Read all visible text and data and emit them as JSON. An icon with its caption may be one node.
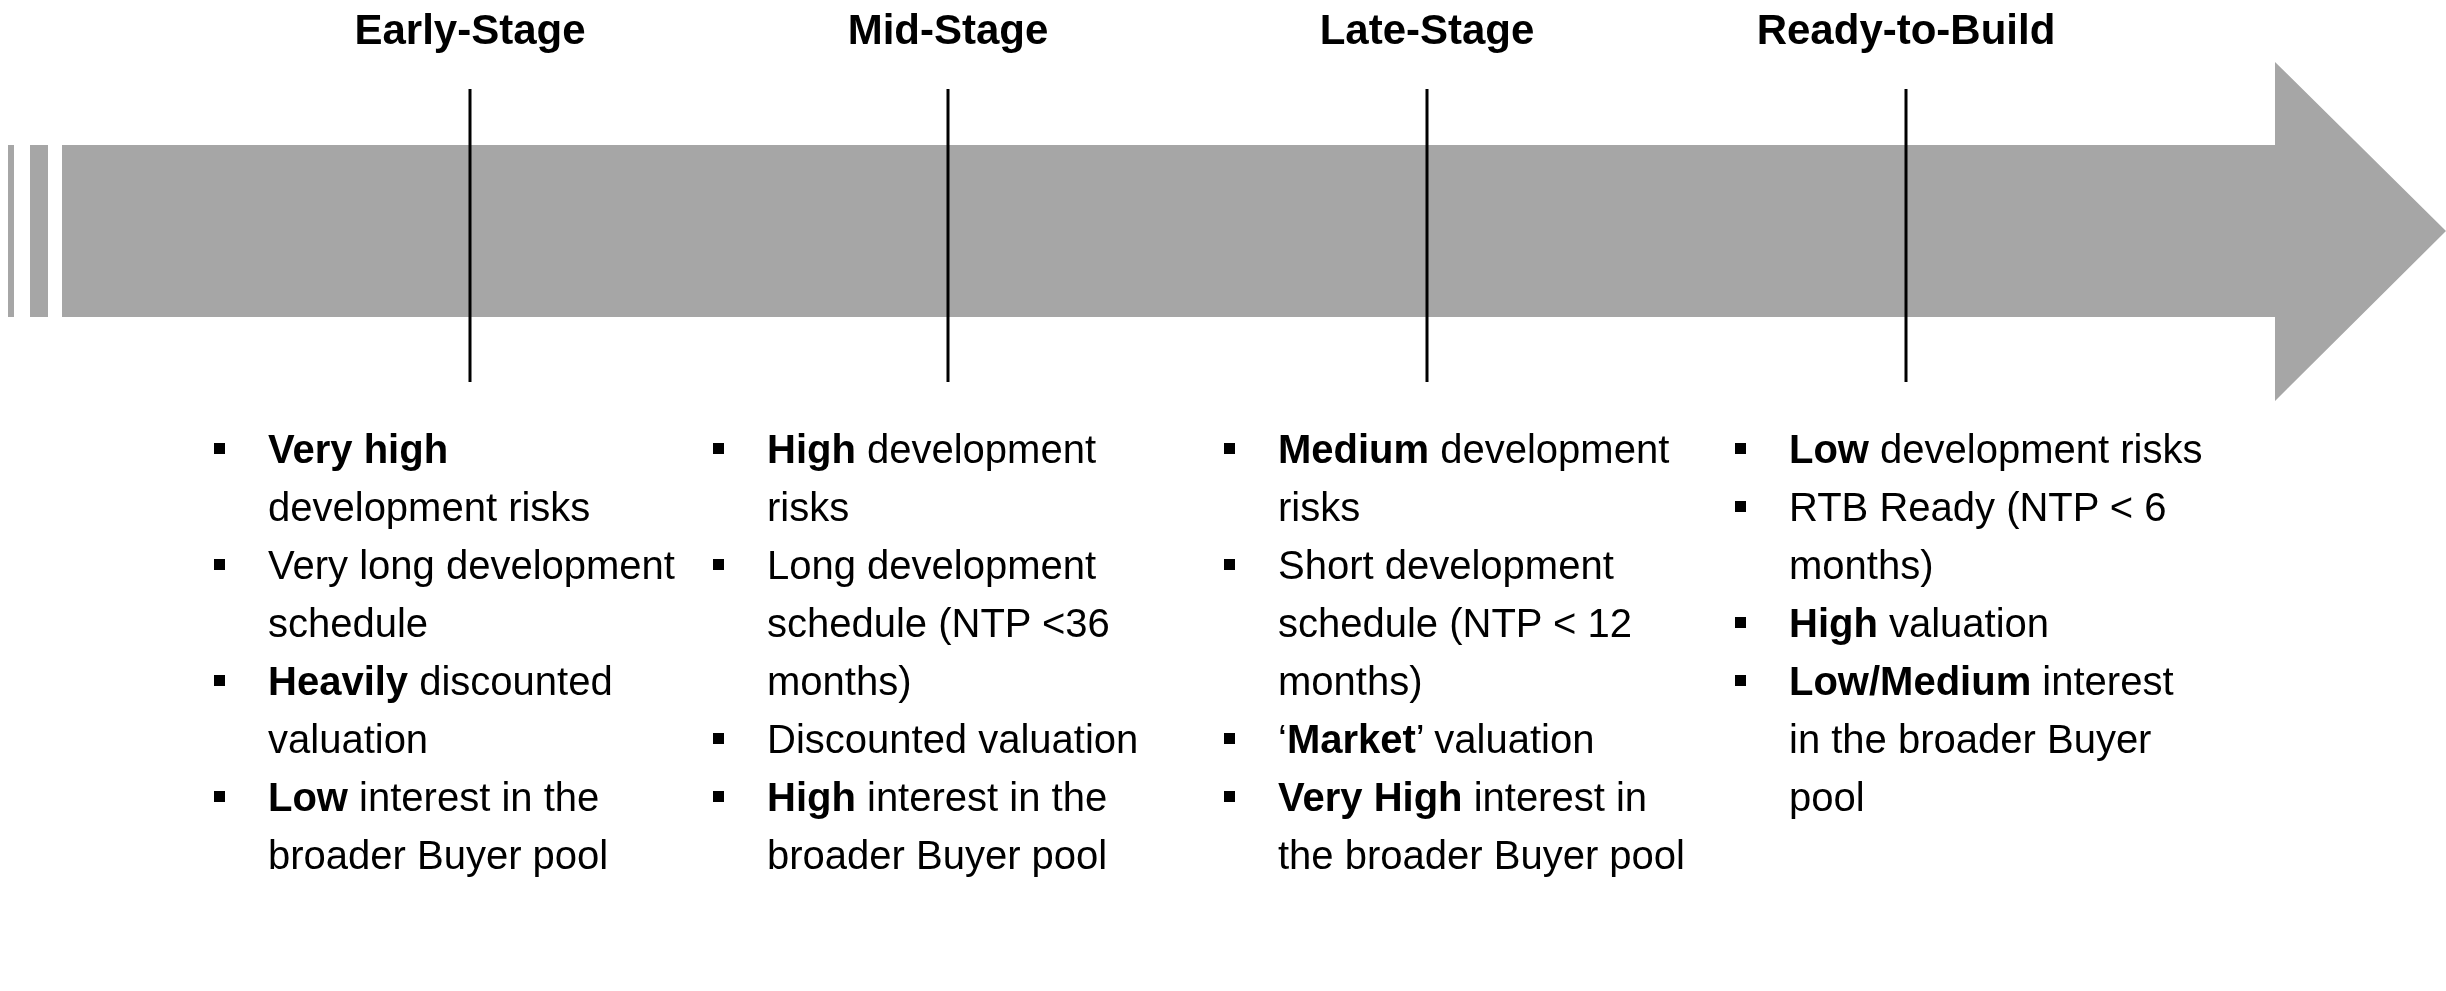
{
  "diagram": {
    "nodes": [
      {
        "text": [
          "Early-Stage",
          "**Very high** development risks",
          "Very long development schedule",
          "**Heavily** discounted valuation",
          "**Low** interest in the broader Buyer pool"
        ]
      },
      {
        "text": [
          "Mid-Stage",
          "**High** development risks",
          "Long development schedule (NTP <36 months)",
          "Discounted valuation",
          "**High** interest in the broader Buyer pool"
        ]
      },
      {
        "text": [
          "Late-Stage",
          "**Medium** development risks",
          "Short development schedule (NTP < 12 months)",
          "‘**Market**’ valuation",
          "**Very High** interest in the broader Buyer pool"
        ]
      },
      {
        "text": [
          "Ready-to-Build",
          "**Low** development risks",
          "RTB Ready (NTP < 6 months)",
          "**High** valuation",
          "**Low/Medium** interest in the broader Buyer pool"
        ]
      }
    ]
  }
}
